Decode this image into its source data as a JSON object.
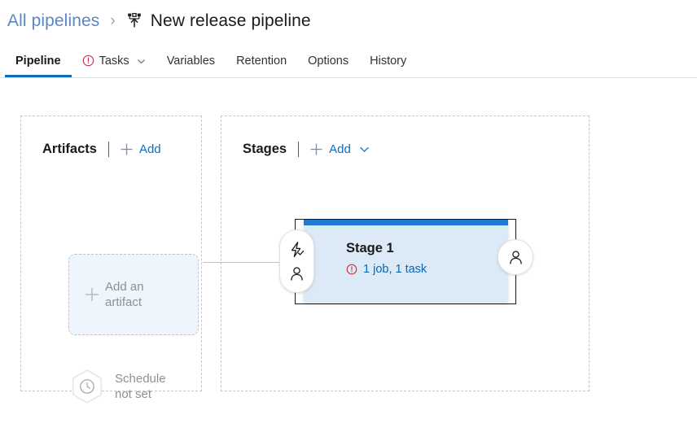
{
  "breadcrumb": {
    "parent_label": "All pipelines",
    "separator": "›",
    "icon": "release-pipeline-icon",
    "title": "New release pipeline"
  },
  "tabs": [
    {
      "label": "Pipeline",
      "name": "tab-pipeline",
      "active": true,
      "icon": null,
      "chevron": false
    },
    {
      "label": "Tasks",
      "name": "tab-tasks",
      "active": false,
      "icon": "error-circle-icon",
      "chevron": true
    },
    {
      "label": "Variables",
      "name": "tab-variables",
      "active": false,
      "icon": null,
      "chevron": false
    },
    {
      "label": "Retention",
      "name": "tab-retention",
      "active": false,
      "icon": null,
      "chevron": false
    },
    {
      "label": "Options",
      "name": "tab-options",
      "active": false,
      "icon": null,
      "chevron": false
    },
    {
      "label": "History",
      "name": "tab-history",
      "active": false,
      "icon": null,
      "chevron": false
    }
  ],
  "artifacts_panel": {
    "title": "Artifacts",
    "add_label": "Add",
    "add_icon": "plus-icon",
    "add_artifact": {
      "line1": "Add an",
      "line2": "artifact",
      "icon": "plus-icon"
    },
    "schedule": {
      "line1": "Schedule",
      "line2": "not set",
      "icon": "clock-icon"
    }
  },
  "stages_panel": {
    "title": "Stages",
    "add_label": "Add",
    "add_icon": "plus-icon",
    "chevron_icon": "chevron-down-icon",
    "stages": [
      {
        "name": "Stage 1",
        "status_label": "1 job, 1 task",
        "status_icon": "error-circle-icon",
        "pre_deployment_icons": [
          "lightning-bolt-check-icon",
          "person-icon"
        ],
        "post_deployment_icon": "person-icon",
        "selected": true
      }
    ]
  },
  "colors": {
    "accent_blue": "#0f6cbd",
    "stage_topbar_blue": "#1f78d1",
    "stage_body_blue": "#dce9f7",
    "link_blue": "#0a66b3",
    "breadcrumb_link": "#5a87c5",
    "error_red": "#c2334d",
    "muted_gray": "#8d9094",
    "panel_border": "#c8c6c4"
  }
}
